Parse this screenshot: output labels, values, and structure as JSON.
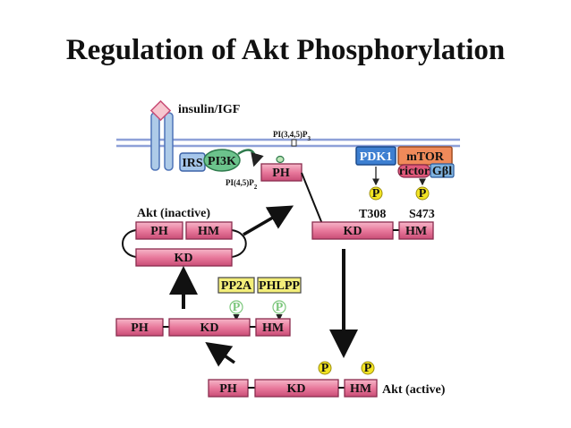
{
  "title": "Regulation of Akt Phosphorylation",
  "receptor": {
    "label": "insulin/IGF"
  },
  "labels": {
    "pip3": "PI(3,4,5)P3",
    "pip2": "PI(4,5)P2",
    "akt_inactive": "Akt (inactive)",
    "akt_active": "Akt (active)",
    "t308": "T308",
    "s473": "S473"
  },
  "proteins": {
    "irs": "IRS",
    "pi3k": "PI3K",
    "pdk1": "PDK1",
    "mtor": "mTOR",
    "rictor": "rictor",
    "gbl": "Gβl",
    "pp2a": "PP2A",
    "phlpp": "PHLPP"
  },
  "domains": {
    "ph": "PH",
    "kd": "KD",
    "hm": "HM"
  },
  "phospho": "P",
  "colors": {
    "domain_fill": "#e8799c",
    "membrane": "#8ea0d8",
    "receptor": "#aecbe8",
    "irs": "#a6c6ea",
    "pi3k": "#6cc38c",
    "pdk1": "#3d7fd1",
    "mtor": "#f08a5a",
    "rictor": "#e0597a",
    "gbl": "#7fb3e0",
    "phosphatase": "#f3ee7a",
    "phospho_active": "#f2e323"
  }
}
